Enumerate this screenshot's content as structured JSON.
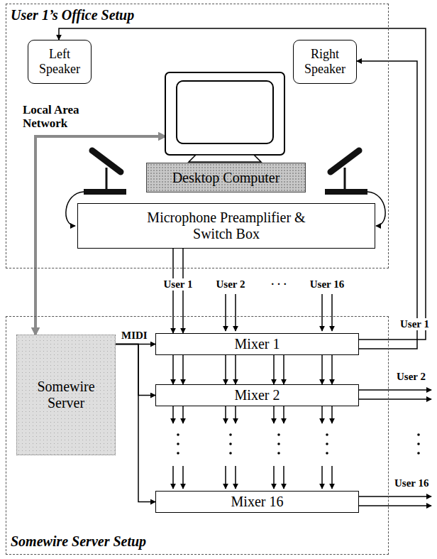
{
  "diagram": {
    "nodes": [
      {
        "text": [
          "User 1’s Office Setup"
        ]
      },
      {
        "text": [
          "Left Speaker"
        ],
        "in": 0
      },
      {
        "text": [
          "Right Speaker"
        ],
        "in": 0
      },
      {
        "text": [
          "Desktop Computer"
        ],
        "in": 0
      },
      {
        "text": [
          "Microphone Preamplifier & Switch Box"
        ],
        "in": 0
      },
      {
        "text": [
          "Somewire Server Setup"
        ]
      },
      {
        "text": [
          "Somewire Server"
        ],
        "in": 5
      },
      {
        "text": [
          "Mixer 1"
        ],
        "in": 5
      },
      {
        "text": [
          "Mixer 2"
        ],
        "in": 5
      },
      {
        "text": [
          "Mixer 16"
        ],
        "in": 5
      }
    ],
    "edges": [
      {
        "from": 3,
        "to": 6,
        "arrow": "both"
      },
      {
        "from": 6,
        "to": 7,
        "label": "MIDI",
        "arrow": "to"
      },
      {
        "from": 6,
        "to": 8,
        "arrow": "to"
      },
      {
        "from": 6,
        "to": 9,
        "arrow": "to"
      },
      {
        "from": 4,
        "to": 7,
        "label": "User 1",
        "arrow": "to"
      },
      {
        "from": 4,
        "to": 7,
        "arrow": "to"
      },
      {
        "from": 7,
        "to": 1,
        "arrow": "to"
      },
      {
        "from": 7,
        "to": 2,
        "arrow": "to"
      },
      {
        "from": 7,
        "to": 8,
        "arrow": "to"
      },
      {
        "from": 7,
        "to": 8,
        "arrow": "to"
      },
      {
        "from": 7,
        "to": 8,
        "arrow": "to"
      },
      {
        "from": 7,
        "to": 8,
        "arrow": "to"
      },
      {
        "from": 7,
        "to": 8,
        "arrow": "to"
      },
      {
        "from": 7,
        "to": 8,
        "arrow": "to"
      },
      {
        "from": 7,
        "to": 8,
        "arrow": "to"
      },
      {
        "from": 7,
        "to": 8,
        "arrow": "to"
      }
    ],
    "labels": [
      "Local Area Network",
      "User 2",
      "· · ·",
      "User 16",
      "User 1",
      "User 2",
      "User 16"
    ]
  }
}
